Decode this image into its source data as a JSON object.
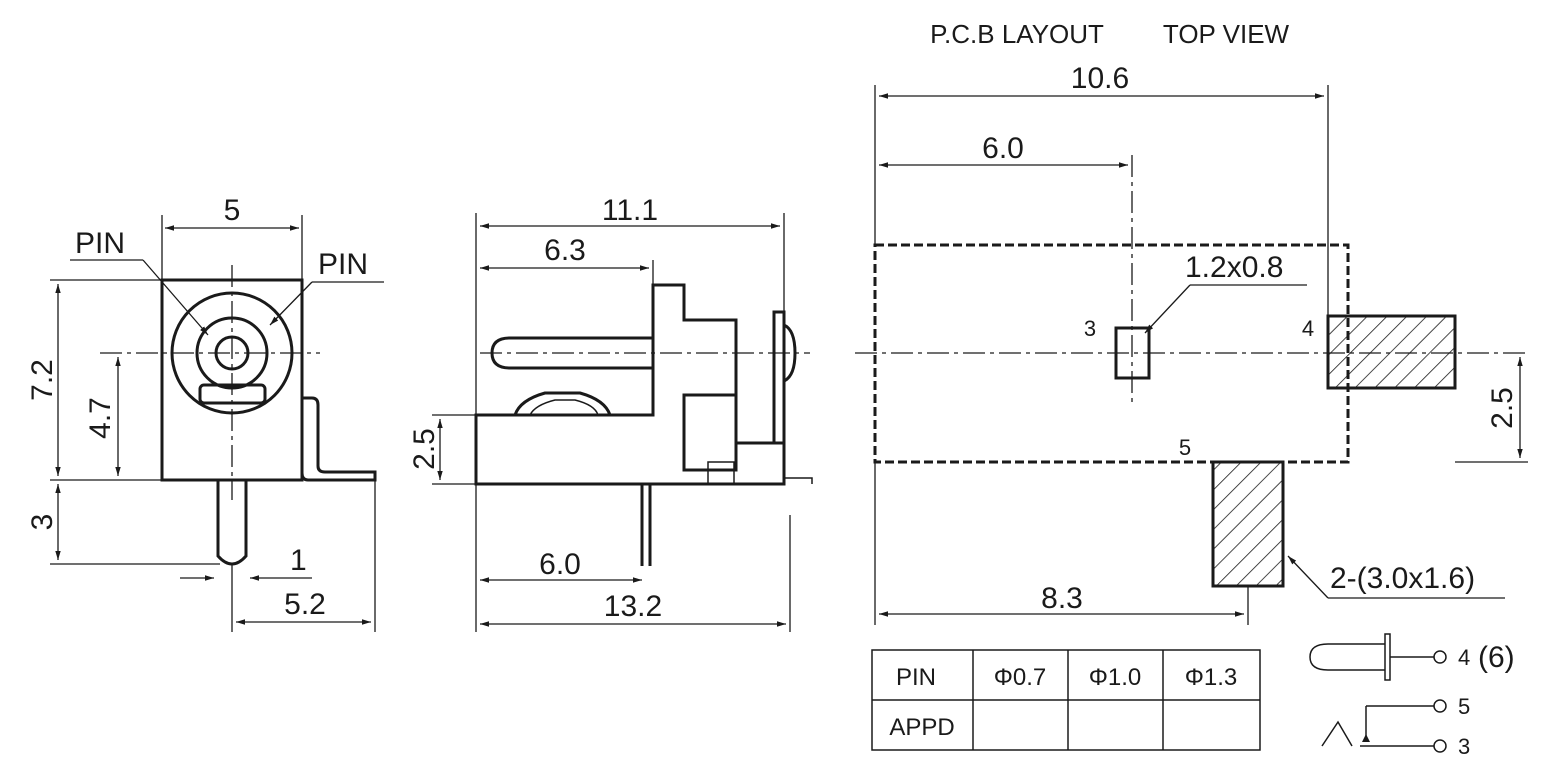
{
  "header": {
    "pcb_layout": "P.C.B LAYOUT",
    "top_view": "TOP VIEW"
  },
  "front_view": {
    "width": "5",
    "height_total": "7.2",
    "center_height": "4.7",
    "pin_length": "3",
    "pin_width": "1",
    "offset": "5.2",
    "pin_label_left": "PIN",
    "pin_label_right": "PIN"
  },
  "side_view": {
    "overall_top": "11.1",
    "pin_center": "6.3",
    "base_height": "2.5",
    "pin_position": "6.0",
    "overall_bottom": "13.2"
  },
  "pcb_view": {
    "overall_width": "10.6",
    "center_offset": "6.0",
    "pad_size": "1.2x0.8",
    "pad_3": "3",
    "pad_4": "4",
    "pad_5": "5",
    "pad_spacing": "2.5",
    "pad_pair": "2-(3.0x1.6)",
    "bottom_offset": "8.3"
  },
  "pin_table": {
    "header": [
      "PIN",
      "Φ0.7",
      "Φ1.0",
      "Φ1.3"
    ],
    "row_label": "APPD"
  },
  "schematic": {
    "term_4": "4",
    "term_4_alt": "(6)",
    "term_5": "5",
    "term_3": "3"
  }
}
